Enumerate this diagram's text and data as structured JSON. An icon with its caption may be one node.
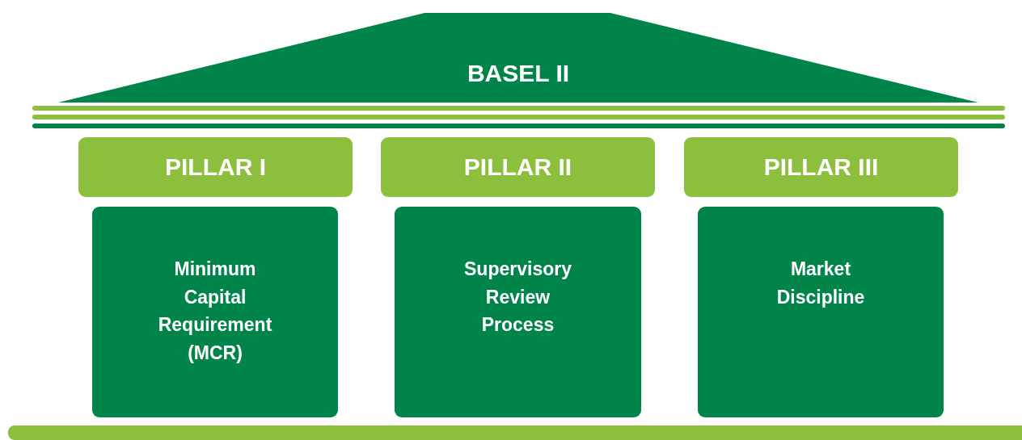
{
  "diagram": {
    "nodes": [
      {
        "text": [
          "BASEL II"
        ]
      },
      {
        "text": [
          "PILLAR I"
        ]
      },
      {
        "text": [
          "Minimum Capital Requirement (MCR)"
        ]
      },
      {
        "text": [
          "PILLAR II"
        ]
      },
      {
        "text": [
          "Supervisory Review Process"
        ]
      },
      {
        "text": [
          "PILLAR III"
        ]
      },
      {
        "text": [
          "Market Discipline"
        ]
      },
      {
        "text": [],
        "shape": "bar"
      }
    ]
  }
}
